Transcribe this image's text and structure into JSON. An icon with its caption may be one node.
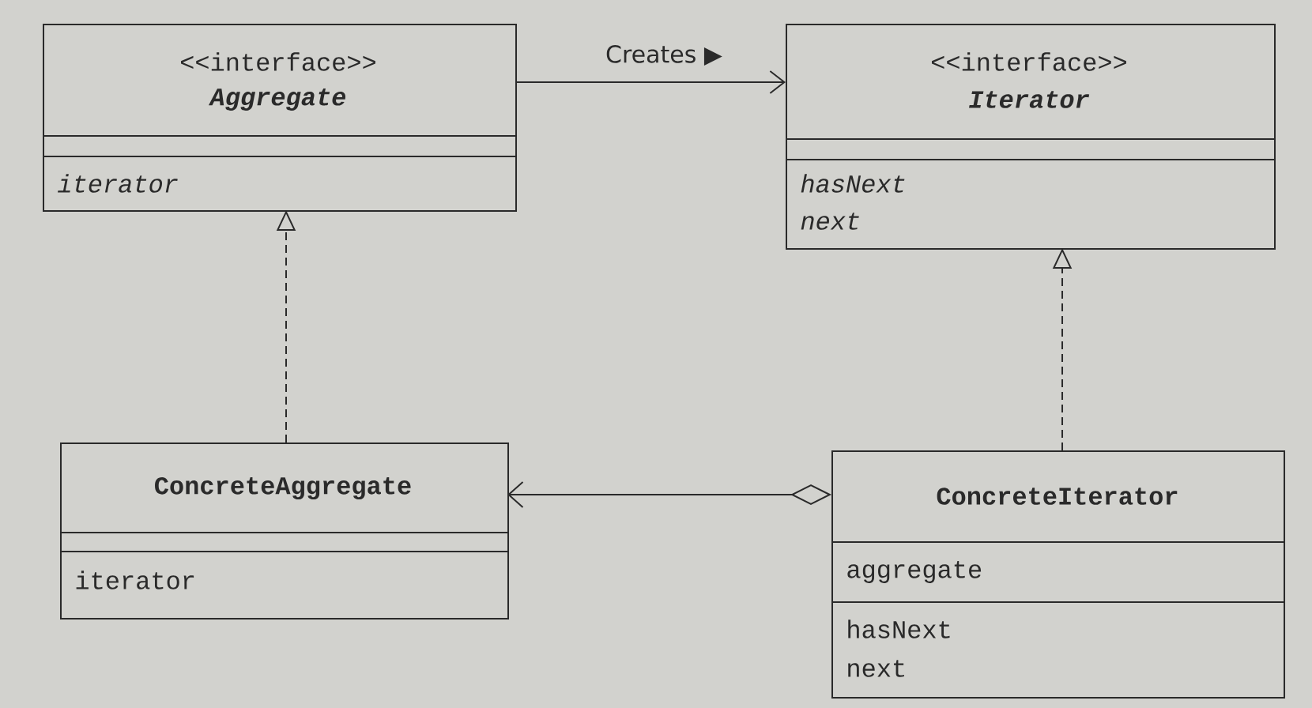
{
  "diagram": {
    "nodes": [
      {
        "text": [
          "<<interface>>",
          "Aggregate",
          "iterator"
        ]
      },
      {
        "text": [
          "<<interface>>",
          "Iterator",
          "hasNext",
          "next"
        ]
      },
      {
        "text": [
          "ConcreteAggregate",
          "iterator"
        ]
      },
      {
        "text": [
          "ConcreteIterator",
          "aggregate",
          "hasNext",
          "next"
        ]
      }
    ],
    "edges": [
      {
        "from": 0,
        "to": 1,
        "arrow": "to",
        "label": "Creates ▶"
      },
      {
        "from": 2,
        "to": 0,
        "arrow": "to",
        "style": "dashed"
      },
      {
        "from": 3,
        "to": 1,
        "arrow": "to",
        "style": "dashed"
      },
      {
        "from": 3,
        "to": 2,
        "arrow": "to"
      }
    ]
  }
}
